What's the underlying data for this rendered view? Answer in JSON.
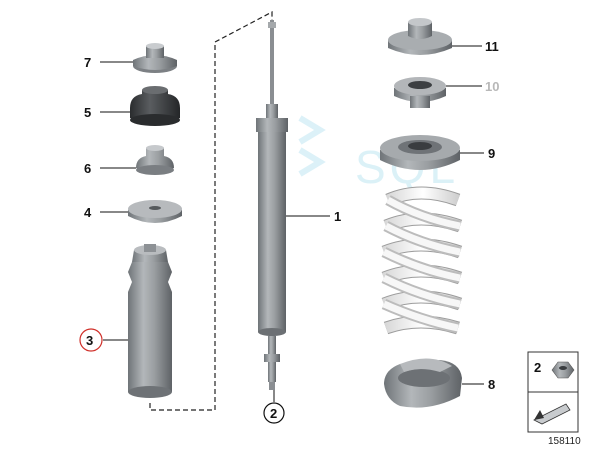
{
  "callouts": {
    "p1": "1",
    "p2": "2",
    "p3": "3",
    "p4": "4",
    "p5": "5",
    "p6": "6",
    "p7": "7",
    "p8": "8",
    "p9": "9",
    "p10": "10",
    "p11": "11"
  },
  "legend": {
    "item_number": "2"
  },
  "diagram_number": "158110",
  "watermark": "SQL",
  "colors": {
    "part_grey": "#8f9498",
    "rubber": "#3a3c3f",
    "spring": "#f3f3f3",
    "faded_label": "#b8b8b8",
    "circle_red": "#d0302a"
  }
}
